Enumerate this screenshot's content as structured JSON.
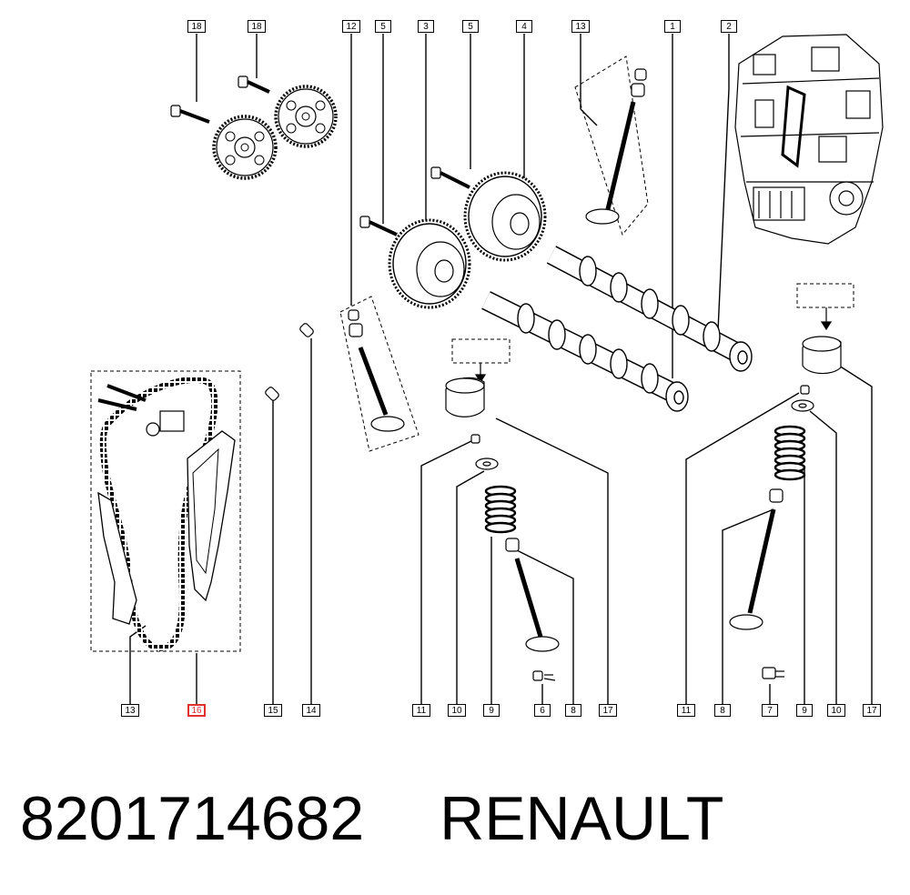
{
  "caption": {
    "part_number": "8201714682",
    "brand": "RENAULT"
  },
  "colors": {
    "highlight": "#e03030",
    "line": "#000000",
    "background": "#ffffff"
  },
  "callouts": {
    "c18a": "18",
    "c18b": "18",
    "c12": "12",
    "c5a": "5",
    "c3": "3",
    "c5b": "5",
    "c4": "4",
    "c13t": "13",
    "c1": "1",
    "c2": "2",
    "c13": "13",
    "c16": "16",
    "c15": "15",
    "c14": "14",
    "c11a": "11",
    "c10a": "10",
    "c9a": "9",
    "c6": "6",
    "c8a": "8",
    "c17a": "17",
    "c11b": "11",
    "c8b": "8",
    "c7": "7",
    "c9b": "9",
    "c10b": "10",
    "c17b": "17"
  },
  "highlighted_callout": "16"
}
